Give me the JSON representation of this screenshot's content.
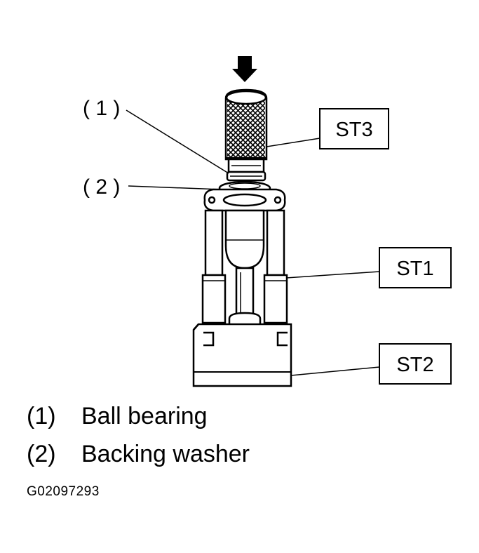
{
  "callouts": {
    "one": "( 1 )",
    "two": "( 2 )"
  },
  "tools": {
    "st3": "ST3",
    "st1": "ST1",
    "st2": "ST2"
  },
  "legend": [
    {
      "num": "(1)",
      "text": "Ball bearing"
    },
    {
      "num": "(2)",
      "text": "Backing washer"
    }
  ],
  "figure_code": "G02097293"
}
